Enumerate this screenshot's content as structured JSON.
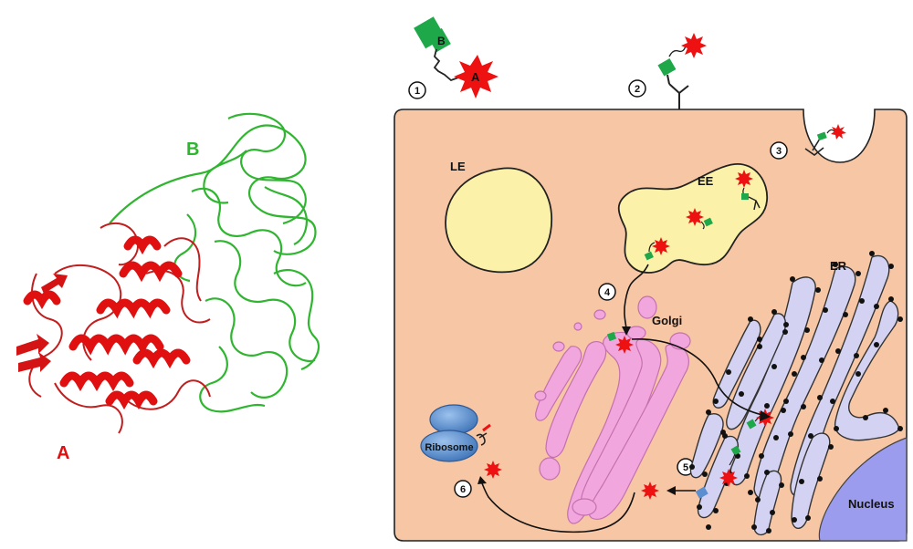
{
  "protein": {
    "chain_a_label": "A",
    "chain_b_label": "B",
    "chain_a_color": "#e01010",
    "chain_b_color": "#2fb52f"
  },
  "cell": {
    "cytoplasm_color": "#f7c6a4",
    "labels": {
      "le": "LE",
      "ee": "EE",
      "golgi": "Golgi",
      "er": "ER",
      "nucleus": "Nucleus",
      "ribosome": "Ribosome"
    },
    "toxin_labels": {
      "b": "B",
      "a": "A"
    },
    "steps": [
      "1",
      "2",
      "3",
      "4",
      "5",
      "6"
    ],
    "colors": {
      "late_endosome": "#fbf1a8",
      "early_endosome": "#fbf1a8",
      "golgi": "#f2a6de",
      "er": "#d4d2f2",
      "nucleus": "#9c9cee",
      "ribosome": "#5b8fd0",
      "toxin_a": "#ee1111",
      "toxin_b": "#1fa84a"
    }
  }
}
